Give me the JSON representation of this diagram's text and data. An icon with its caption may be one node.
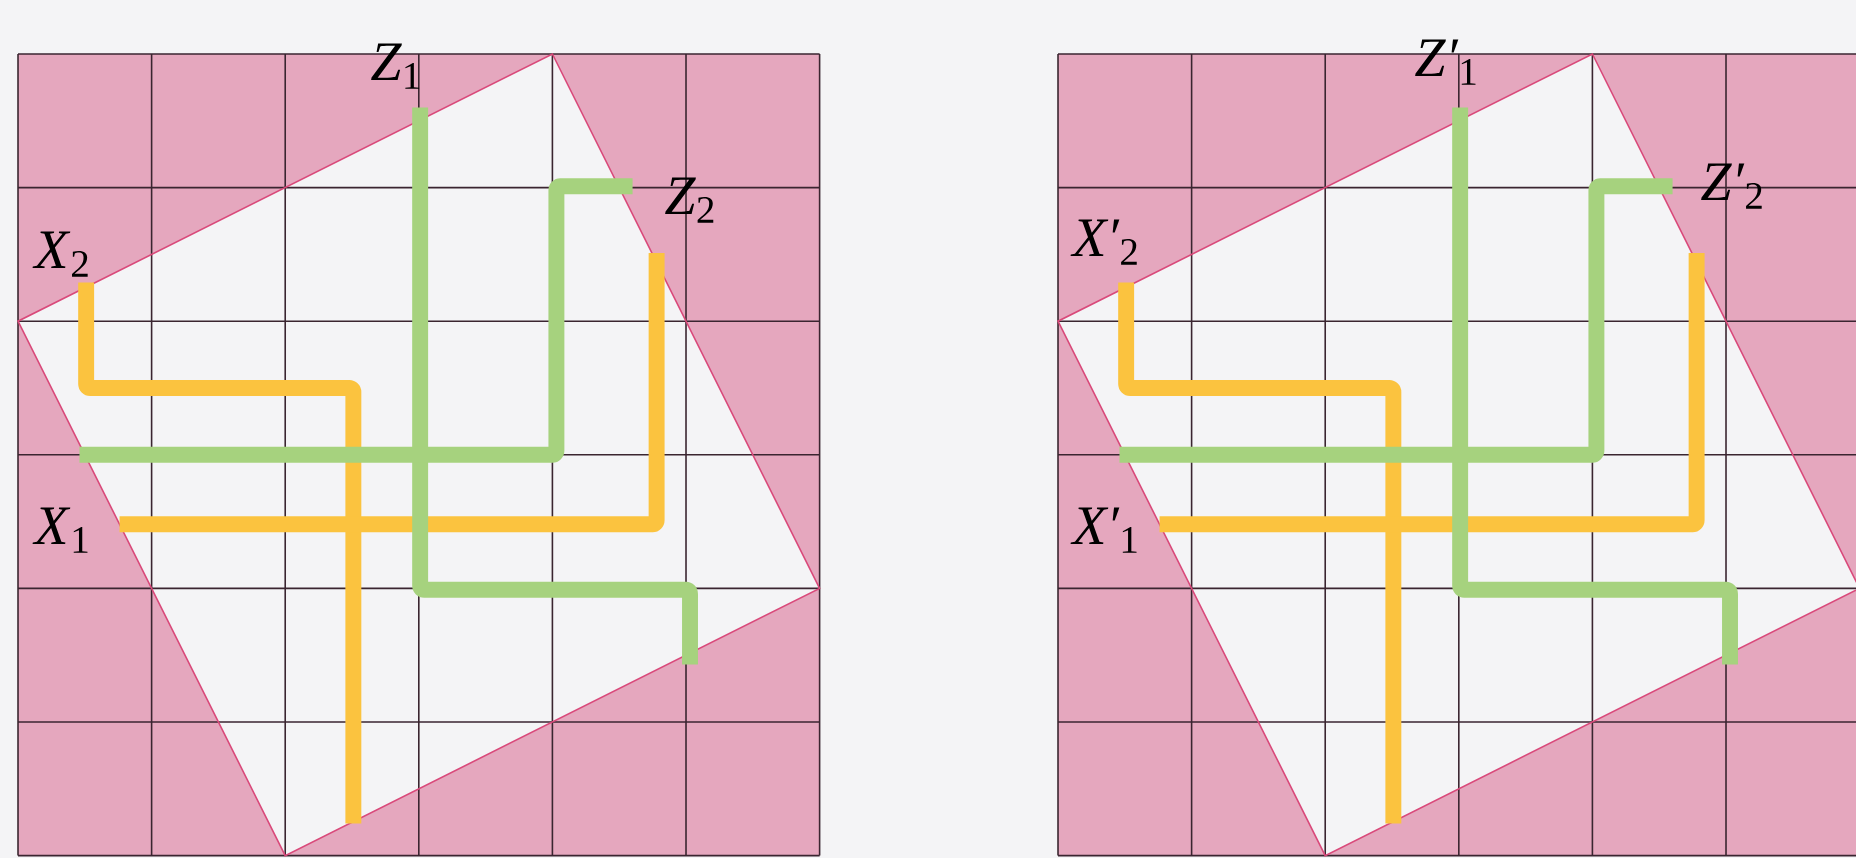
{
  "diagram": {
    "labels": [
      "*Z*$_{1}$",
      "*Z*$_{2}$",
      "*X*$_{2}$",
      "*X*$_{1}$",
      "*Z′*$_{1}$",
      "*Z′*$_{2}$",
      "*X′*$_{2}$",
      "*X′*$_{1}$"
    ]
  }
}
